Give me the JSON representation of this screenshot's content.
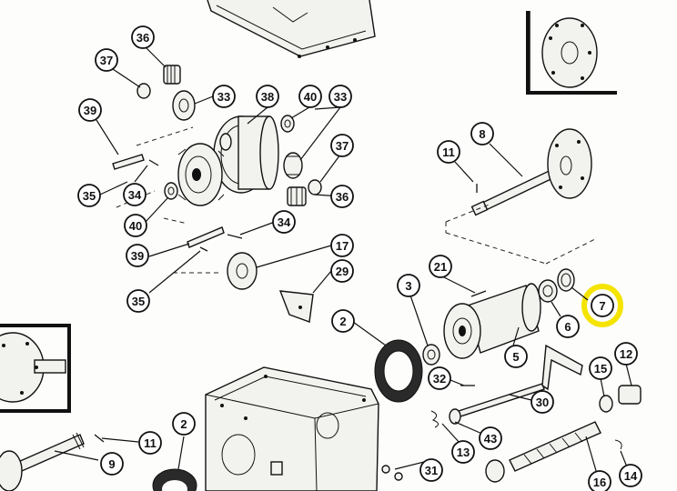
{
  "diagram": {
    "callouts": [
      {
        "id": "c36a",
        "label": "36"
      },
      {
        "id": "c37a",
        "label": "37"
      },
      {
        "id": "c33a",
        "label": "33"
      },
      {
        "id": "c38",
        "label": "38"
      },
      {
        "id": "c40a",
        "label": "40"
      },
      {
        "id": "c33b",
        "label": "33"
      },
      {
        "id": "c39a",
        "label": "39"
      },
      {
        "id": "c37b",
        "label": "37"
      },
      {
        "id": "c35a",
        "label": "35"
      },
      {
        "id": "c34a",
        "label": "34"
      },
      {
        "id": "c36b",
        "label": "36"
      },
      {
        "id": "c40b",
        "label": "40"
      },
      {
        "id": "c34b",
        "label": "34"
      },
      {
        "id": "c39b",
        "label": "39"
      },
      {
        "id": "c17",
        "label": "17"
      },
      {
        "id": "c29",
        "label": "29"
      },
      {
        "id": "c35b",
        "label": "35"
      },
      {
        "id": "c11a",
        "label": "11"
      },
      {
        "id": "c8",
        "label": "8"
      },
      {
        "id": "c21",
        "label": "21"
      },
      {
        "id": "c3",
        "label": "3"
      },
      {
        "id": "c2a",
        "label": "2"
      },
      {
        "id": "c7",
        "label": "7"
      },
      {
        "id": "c6",
        "label": "6"
      },
      {
        "id": "c5",
        "label": "5"
      },
      {
        "id": "c12",
        "label": "12"
      },
      {
        "id": "c15",
        "label": "15"
      },
      {
        "id": "c32",
        "label": "32"
      },
      {
        "id": "c30",
        "label": "30"
      },
      {
        "id": "c16",
        "label": "16"
      },
      {
        "id": "c43",
        "label": "43"
      },
      {
        "id": "c13",
        "label": "13"
      },
      {
        "id": "c31",
        "label": "31"
      },
      {
        "id": "c14",
        "label": "14"
      },
      {
        "id": "c2b",
        "label": "2"
      },
      {
        "id": "c11b",
        "label": "11"
      },
      {
        "id": "c9",
        "label": "9"
      }
    ],
    "highlight": {
      "callout": "7",
      "color": "#f4e400"
    },
    "colors": {
      "ink": "#111111",
      "paper": "#fdfdfb"
    }
  }
}
